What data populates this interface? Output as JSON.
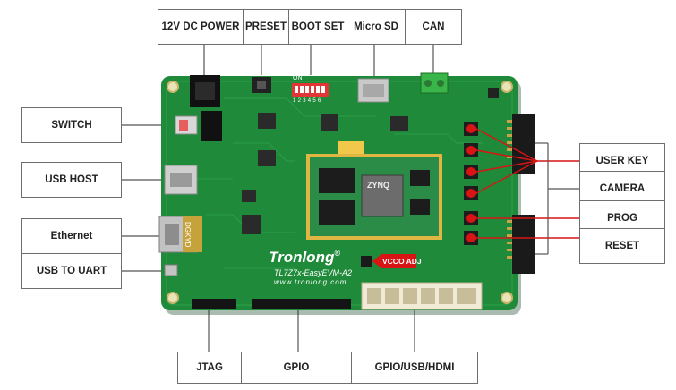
{
  "callouts": {
    "top": [
      "12V DC POWER",
      "PRESET",
      "BOOT SET",
      "Micro SD",
      "CAN"
    ],
    "left": [
      "SWITCH",
      "USB HOST",
      "Ethernet",
      "USB TO UART"
    ],
    "right": [
      "USER KEY",
      "CAMERA",
      "PROG",
      "RESET"
    ],
    "bottom": [
      "JTAG",
      "GPIO",
      "GPIO/USB/HDMI"
    ]
  },
  "board": {
    "brand": "Tronlong",
    "registered": "®",
    "model": "TL7Z7x-EasyEVM-A2",
    "website": "www.tronlong.com",
    "vcco_label": "VCCO ADJ",
    "soc_label": "ZYNQ",
    "dip_on": "ON",
    "dip_numbers": "1 2 3 4 5 6",
    "eth_marking": "DGKYD",
    "colors": {
      "pcb": "#1f8a3a",
      "pcb_dark": "#156b2c",
      "som": "#2a8c47",
      "gold": "#d6a93c",
      "accent_red": "#d81414",
      "label_border": "#6e6e6e",
      "connector": "#1a1a1a"
    }
  }
}
